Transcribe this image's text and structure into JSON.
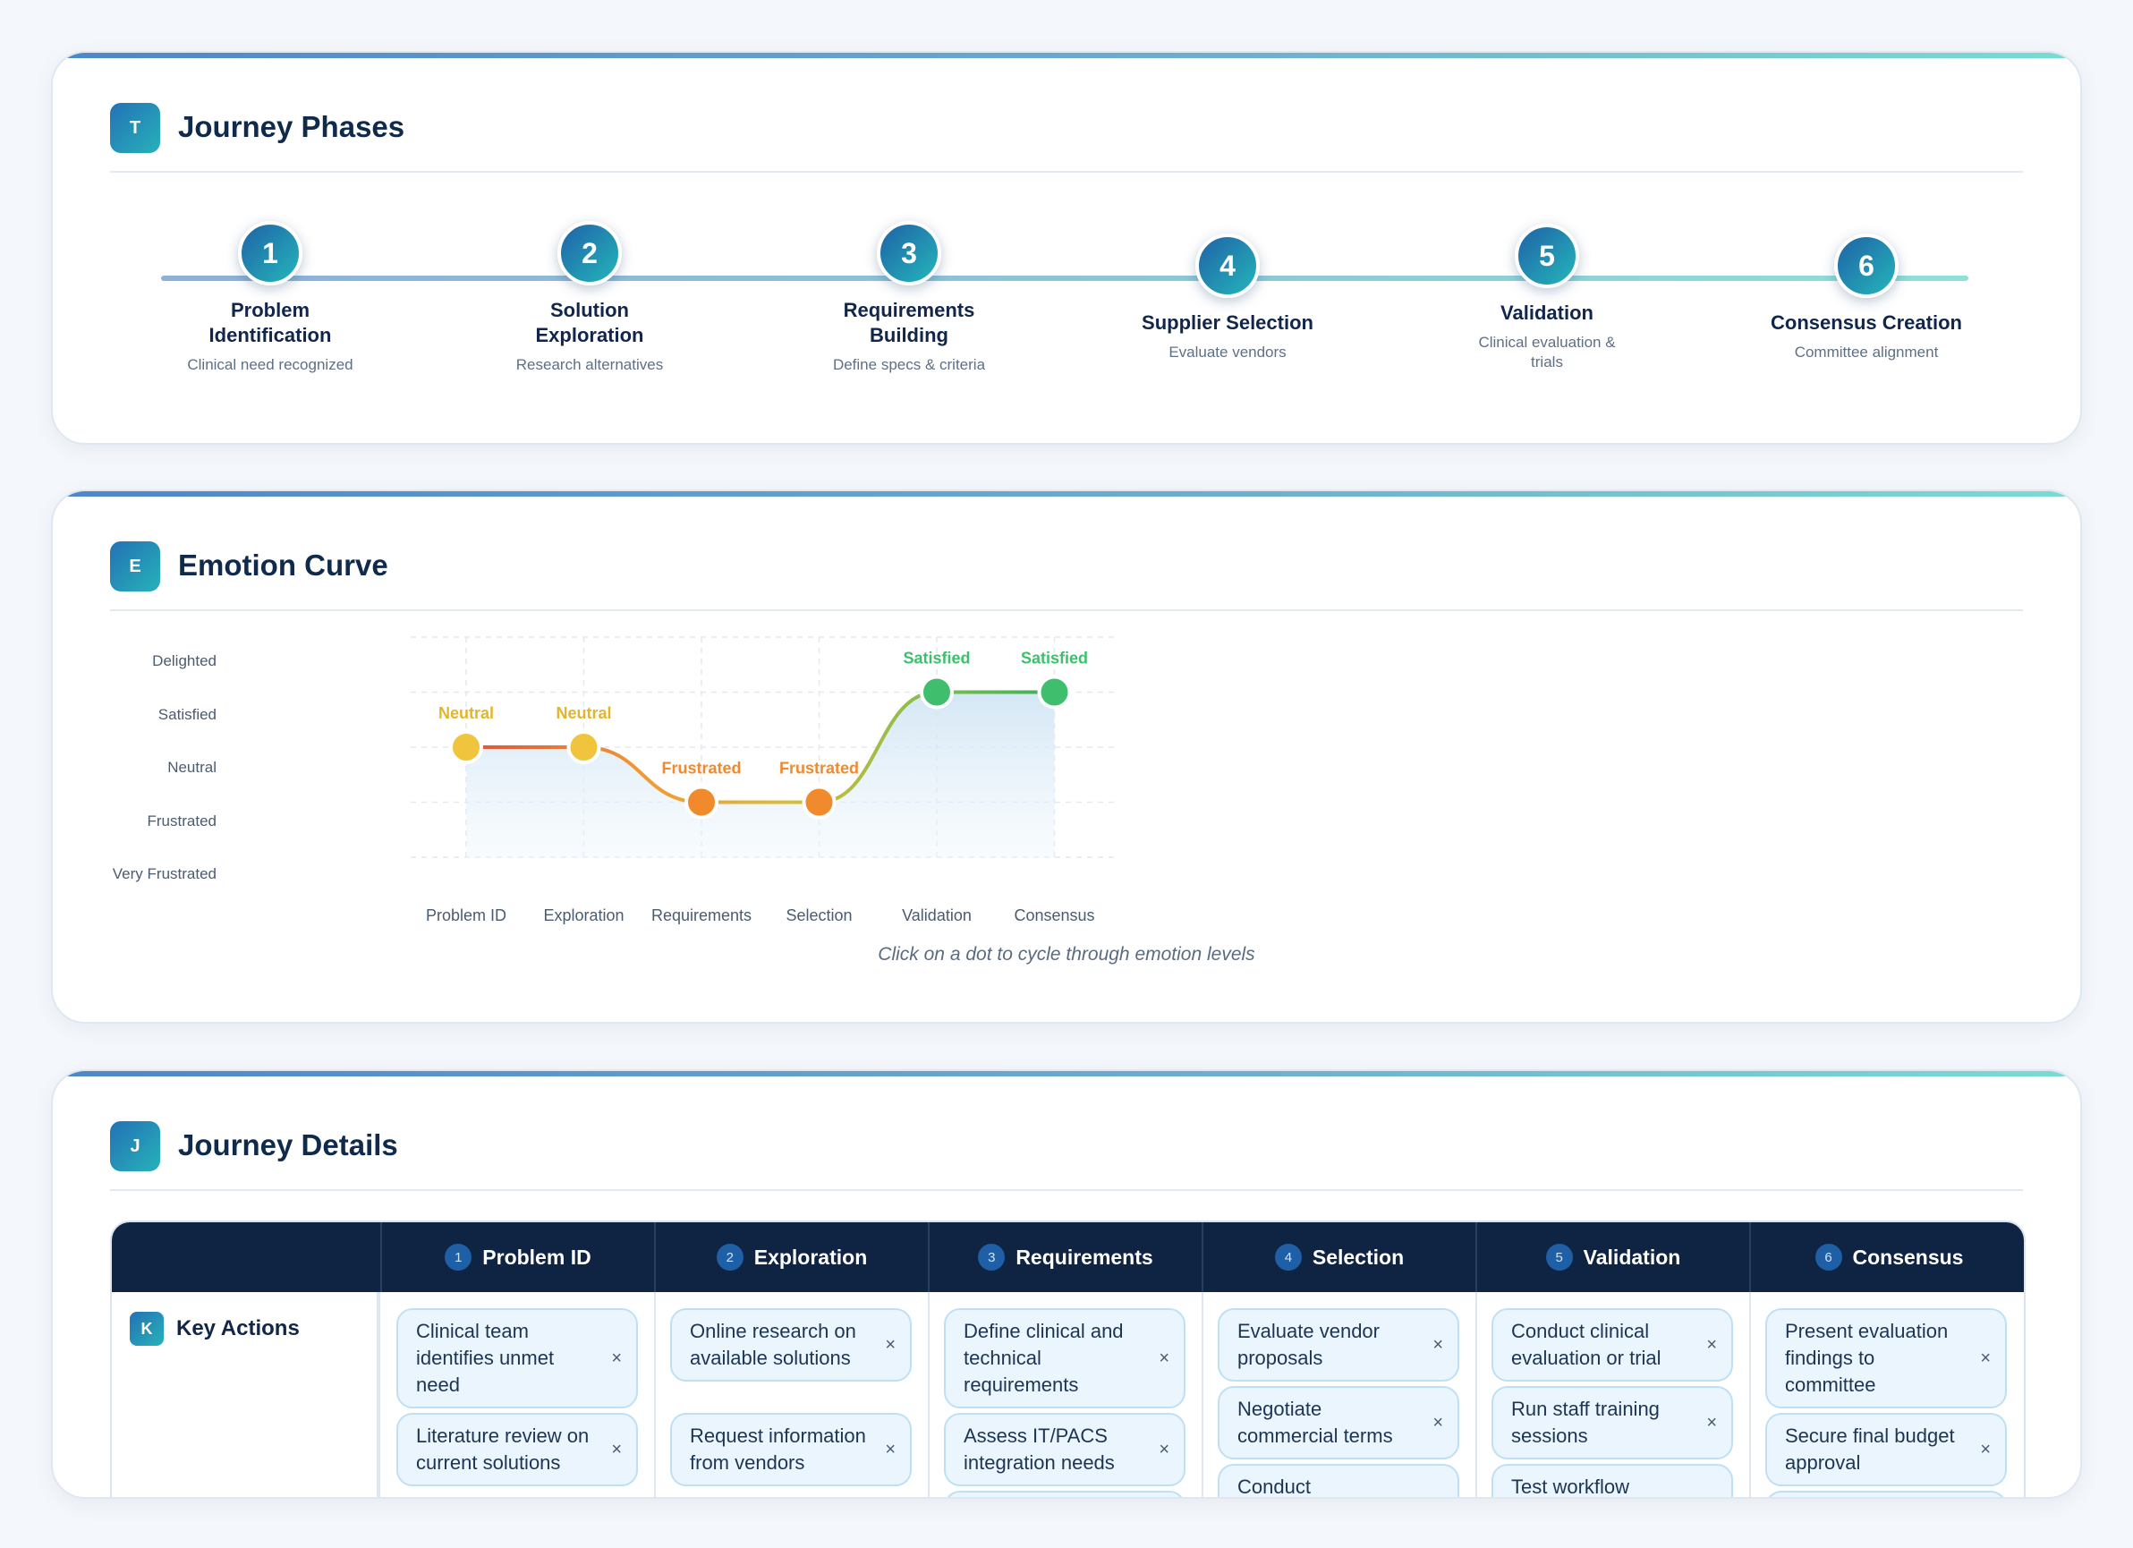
{
  "phases_card": {
    "badge": "T",
    "title": "Journey Phases",
    "phases": [
      {
        "num": "1",
        "name": "Problem Identification",
        "desc": "Clinical need recognized"
      },
      {
        "num": "2",
        "name": "Solution Exploration",
        "desc": "Research alternatives"
      },
      {
        "num": "3",
        "name": "Requirements Building",
        "desc": "Define specs & criteria"
      },
      {
        "num": "4",
        "name": "Supplier Selection",
        "desc": "Evaluate vendors"
      },
      {
        "num": "5",
        "name": "Validation",
        "desc": "Clinical evaluation & trials"
      },
      {
        "num": "6",
        "name": "Consensus Creation",
        "desc": "Committee alignment"
      }
    ]
  },
  "emotion_card": {
    "badge": "E",
    "title": "Emotion Curve",
    "levels": [
      "Delighted",
      "Satisfied",
      "Neutral",
      "Frustrated",
      "Very Frustrated"
    ],
    "hint": "Click on a dot to cycle through emotion levels",
    "colors": {
      "Neutral": "#f0c43c",
      "Frustrated": "#f08a2c",
      "Satisfied": "#3fbf6e"
    },
    "chart_data": {
      "type": "line",
      "categories": [
        "Problem ID",
        "Exploration",
        "Requirements",
        "Selection",
        "Validation",
        "Consensus"
      ],
      "values": [
        "Neutral",
        "Neutral",
        "Frustrated",
        "Frustrated",
        "Satisfied",
        "Satisfied"
      ],
      "y_levels": [
        "Very Frustrated",
        "Frustrated",
        "Neutral",
        "Satisfied",
        "Delighted"
      ],
      "grid": true
    }
  },
  "details_card": {
    "badge": "J",
    "title": "Journey Details",
    "columns": [
      {
        "num": "1",
        "label": "Problem ID"
      },
      {
        "num": "2",
        "label": "Exploration"
      },
      {
        "num": "3",
        "label": "Requirements"
      },
      {
        "num": "4",
        "label": "Selection"
      },
      {
        "num": "5",
        "label": "Validation"
      },
      {
        "num": "6",
        "label": "Consensus"
      }
    ],
    "row": {
      "badge": "K",
      "label": "Key Actions",
      "remove_glyph": "×",
      "cells": [
        [
          "Clinical team identifies unmet need",
          "Literature review on current solutions"
        ],
        [
          "Online research on available solutions",
          "Request information from vendors"
        ],
        [
          "Define clinical and technical requirements",
          "Assess IT/PACS integration needs",
          ""
        ],
        [
          "Evaluate vendor proposals",
          "Negotiate commercial terms",
          "Conduct"
        ],
        [
          "Conduct clinical evaluation or trial",
          "Run staff training sessions",
          "Test workflow"
        ],
        [
          "Present evaluation findings to committee",
          "Secure final budget approval",
          ""
        ]
      ]
    }
  }
}
